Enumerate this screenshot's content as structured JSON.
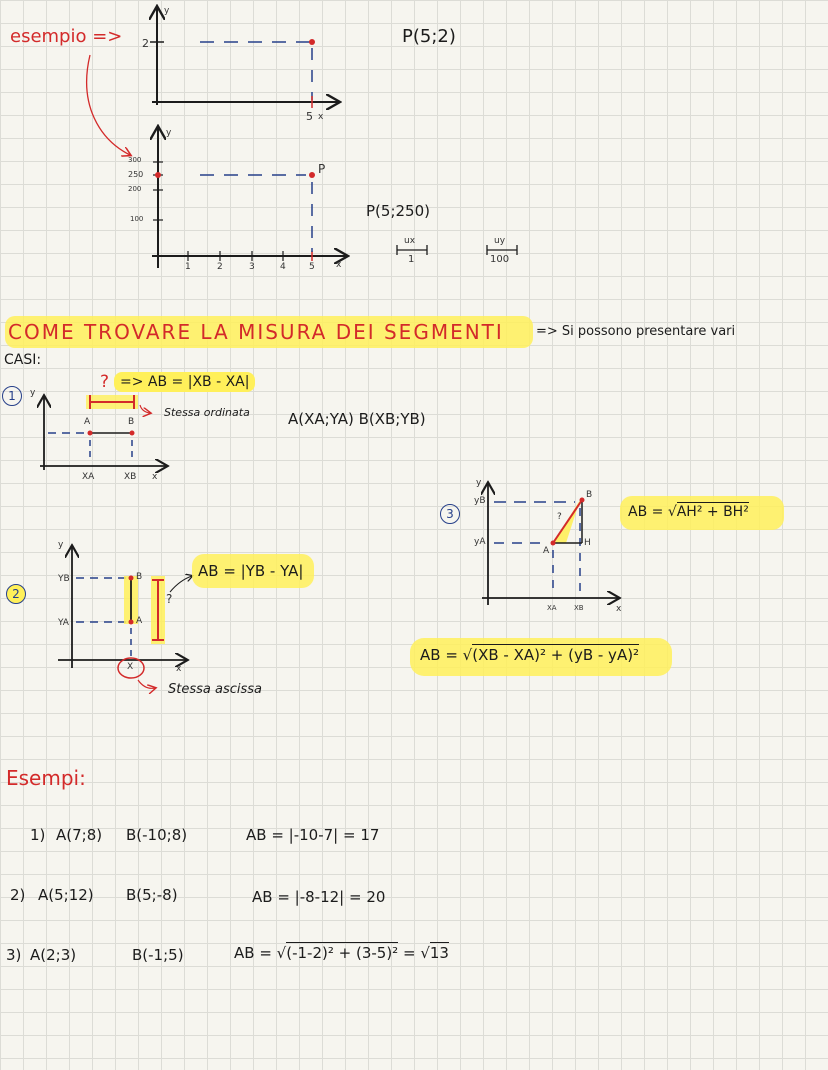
{
  "intro": {
    "label": "esempio =>",
    "graph1": {
      "y_tick": "2",
      "x_tick": "5",
      "x_axis": "x",
      "y_axis": "y"
    },
    "point1": "P(5;2)",
    "graph2": {
      "y_axis": "y",
      "x_axis": "x",
      "point": "P",
      "y_ticks": [
        "300",
        "250",
        "200",
        "100"
      ],
      "x_ticks": [
        "1",
        "2",
        "3",
        "4",
        "5"
      ]
    },
    "point2": "P(5;250)",
    "scale_x": {
      "unit": "ux",
      "value": "1"
    },
    "scale_y": {
      "unit": "uy",
      "value": "100"
    }
  },
  "section": {
    "heading": "COME TROVARE LA MISURA DEI SEGMENTI",
    "continuation": "=> Si possono presentare vari",
    "casi": "CASI:"
  },
  "case1": {
    "num": "1",
    "question": "?",
    "formula": "=> AB = |XB - XA|",
    "note": "Stessa ordinata",
    "points": "A(XA;YA)   B(XB;YB)",
    "labels": {
      "y": "y",
      "a": "A",
      "b": "B",
      "xa": "XA",
      "xb": "XB",
      "x": "x"
    }
  },
  "case2": {
    "num": "2",
    "formula": "AB = |YB - YA|",
    "note": "Stessa ascissa",
    "labels": {
      "y": "y",
      "yb": "YB",
      "ya": "YA",
      "a": "A",
      "b": "B",
      "q": "?",
      "xlab": "X",
      "x": "x"
    }
  },
  "case3": {
    "num": "3",
    "formula_left": "AB = ",
    "formula_rad": "AH² + BH²",
    "labels": {
      "y": "y",
      "yb": "yB",
      "ya": "yA",
      "a": "A",
      "b": "B",
      "h": "H",
      "q": "?",
      "xa": "XA",
      "xb": "XB",
      "x": "x"
    },
    "dist_left": "AB = ",
    "dist_rad": "(XB - XA)² + (yB - yA)²"
  },
  "examples": {
    "title": "Esempi:",
    "rows": [
      {
        "num": "1)",
        "a": "A(7;8)",
        "b": "B(-10;8)",
        "result": "AB = |-10-7| = 17"
      },
      {
        "num": "2)",
        "a": "A(5;12)",
        "b": "B(5;-8)",
        "result": "AB = |-8-12| = 20"
      },
      {
        "num": "3)",
        "a": "A(2;3)",
        "b": "B(-1;5)",
        "result_left": "AB =",
        "result_rad": "(-1-2)² + (3-5)²",
        "result_eq": "=",
        "result_final": "13"
      }
    ]
  }
}
